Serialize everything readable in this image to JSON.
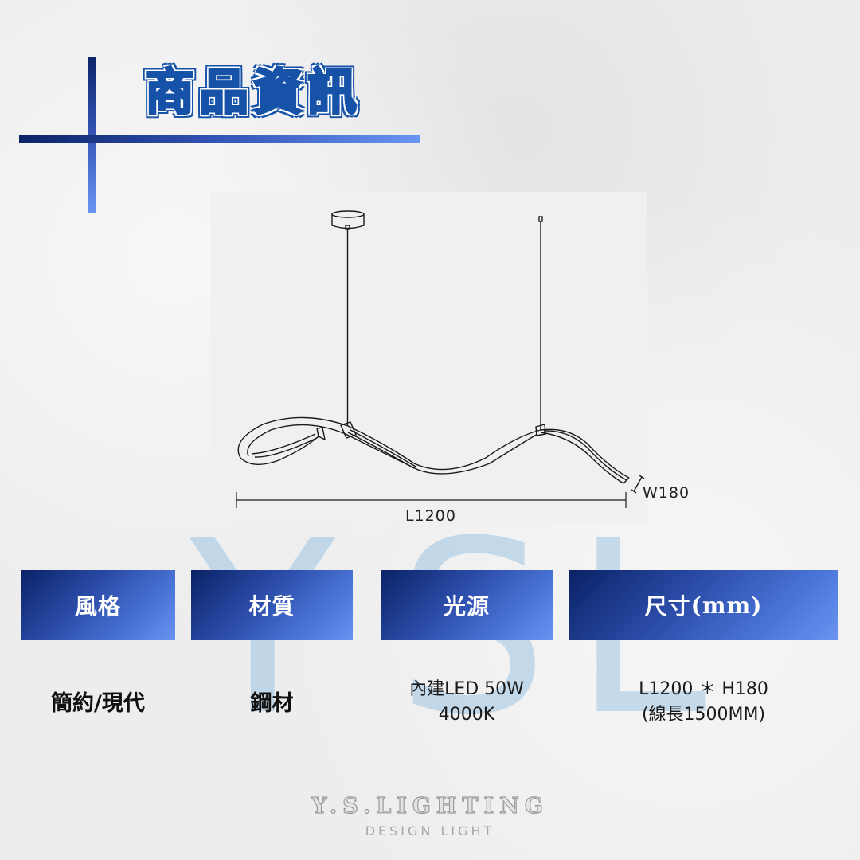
{
  "header": {
    "title": "商品資訊",
    "accent_dark": "#0b2468",
    "accent_light": "#6a95f5",
    "title_color": "#1652a8"
  },
  "product_drawing": {
    "length_label": "L1200",
    "width_label": "W180"
  },
  "watermark": {
    "letters": [
      "Y",
      "S",
      "L"
    ]
  },
  "specs": [
    {
      "label": "風格",
      "value_lines": [
        "簡約/現代"
      ]
    },
    {
      "label": "材質",
      "value_lines": [
        "鋼材"
      ]
    },
    {
      "label": "光源",
      "value_lines": [
        "內建LED 50W",
        "4000K"
      ]
    },
    {
      "label": "尺寸",
      "label_suffix": "(mm)",
      "value_lines": [
        "L1200 ＊ H180",
        "(線長1500MM)"
      ]
    }
  ],
  "footer": {
    "brand": "Y.S.LIGHTING",
    "tagline": "DESIGN LIGHT"
  }
}
